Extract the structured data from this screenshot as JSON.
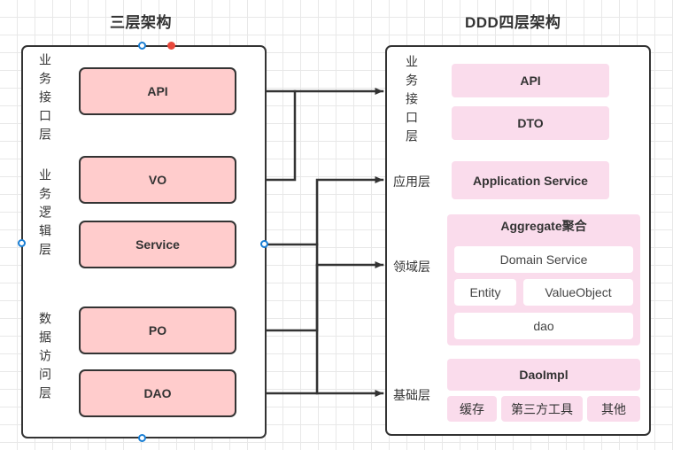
{
  "left_panel": {
    "title": "三层架构",
    "layers": [
      {
        "label": "业务接口层",
        "orientation": "vertical"
      },
      {
        "label": "业务逻辑层",
        "orientation": "vertical"
      },
      {
        "label": "数据访问层",
        "orientation": "vertical"
      }
    ],
    "boxes": [
      {
        "label": "API"
      },
      {
        "label": "VO"
      },
      {
        "label": "Service"
      },
      {
        "label": "PO"
      },
      {
        "label": "DAO"
      }
    ]
  },
  "right_panel": {
    "title": "DDD四层架构",
    "layers": [
      {
        "label": "业务接口层",
        "orientation": "vertical"
      },
      {
        "label": "应用层",
        "orientation": "horizontal"
      },
      {
        "label": "领域层",
        "orientation": "horizontal"
      },
      {
        "label": "基础层",
        "orientation": "horizontal"
      }
    ],
    "interface_layer": {
      "boxes": [
        {
          "label": "API"
        },
        {
          "label": "DTO"
        }
      ]
    },
    "application_layer": {
      "boxes": [
        {
          "label": "Application Service"
        }
      ]
    },
    "domain_layer": {
      "aggregate_title": "Aggregate聚合",
      "boxes": [
        {
          "label": "Domain Service"
        },
        {
          "label": "Entity"
        },
        {
          "label": "ValueObject"
        },
        {
          "label": "dao"
        }
      ]
    },
    "infrastructure_layer": {
      "main_box": {
        "label": "DaoImpl"
      },
      "boxes": [
        {
          "label": "缓存"
        },
        {
          "label": "第三方工具"
        },
        {
          "label": "其他"
        }
      ]
    }
  },
  "connectors": [
    {
      "from": "API",
      "to": "业务接口层"
    },
    {
      "from": "VO",
      "to": "业务接口层"
    },
    {
      "from": "Service",
      "to": "应用层"
    },
    {
      "from": "Service",
      "to": "领域层"
    },
    {
      "from": "PO",
      "to": "领域层"
    },
    {
      "from": "DAO",
      "to": "基础层"
    }
  ],
  "colors": {
    "left_box_fill": "#FFCCCC",
    "right_box_fill": "#FADCEC",
    "inner_box_fill": "#FFFFFF",
    "stroke": "#333333",
    "handle_blue": "#1A7FD4",
    "handle_red": "#E8483C",
    "grid": "#E8E8E8"
  }
}
